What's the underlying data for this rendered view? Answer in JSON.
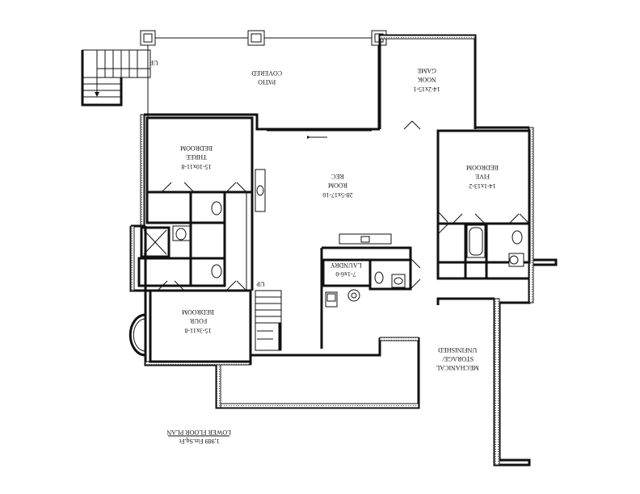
{
  "plan": {
    "caption": {
      "title": "LOWER FLOOR PLAN",
      "area": "1,989 Fin.Sq.Ft"
    },
    "rooms": {
      "covered_patio": {
        "name1": "COVERED",
        "name2": "PATIO"
      },
      "game_nook": {
        "name1": "GAME",
        "name2": "NOOK",
        "dims": "14-2x15-1"
      },
      "bedroom_three": {
        "name1": "BEDROOM",
        "name2": "THREE",
        "dims": "15-10x11-8"
      },
      "rec_room": {
        "name1": "REC",
        "name2": "ROOM",
        "dims": "28-5x17-10"
      },
      "bedroom_five": {
        "name1": "BEDROOM",
        "name2": "FIVE",
        "dims": "14-1x13-2"
      },
      "laundry": {
        "name": "LAUNDRY",
        "dims": "7-1x6-0"
      },
      "bedroom_four": {
        "name1": "BEDROOM",
        "name2": "FOUR",
        "dims": "15-3x11-8"
      },
      "storage": {
        "name1": "UNFINISHED",
        "name2": "STORAGE/",
        "name3": "MECHANICAL"
      }
    },
    "stairs": {
      "up_exterior": "UP",
      "up_interior": "UP"
    }
  }
}
